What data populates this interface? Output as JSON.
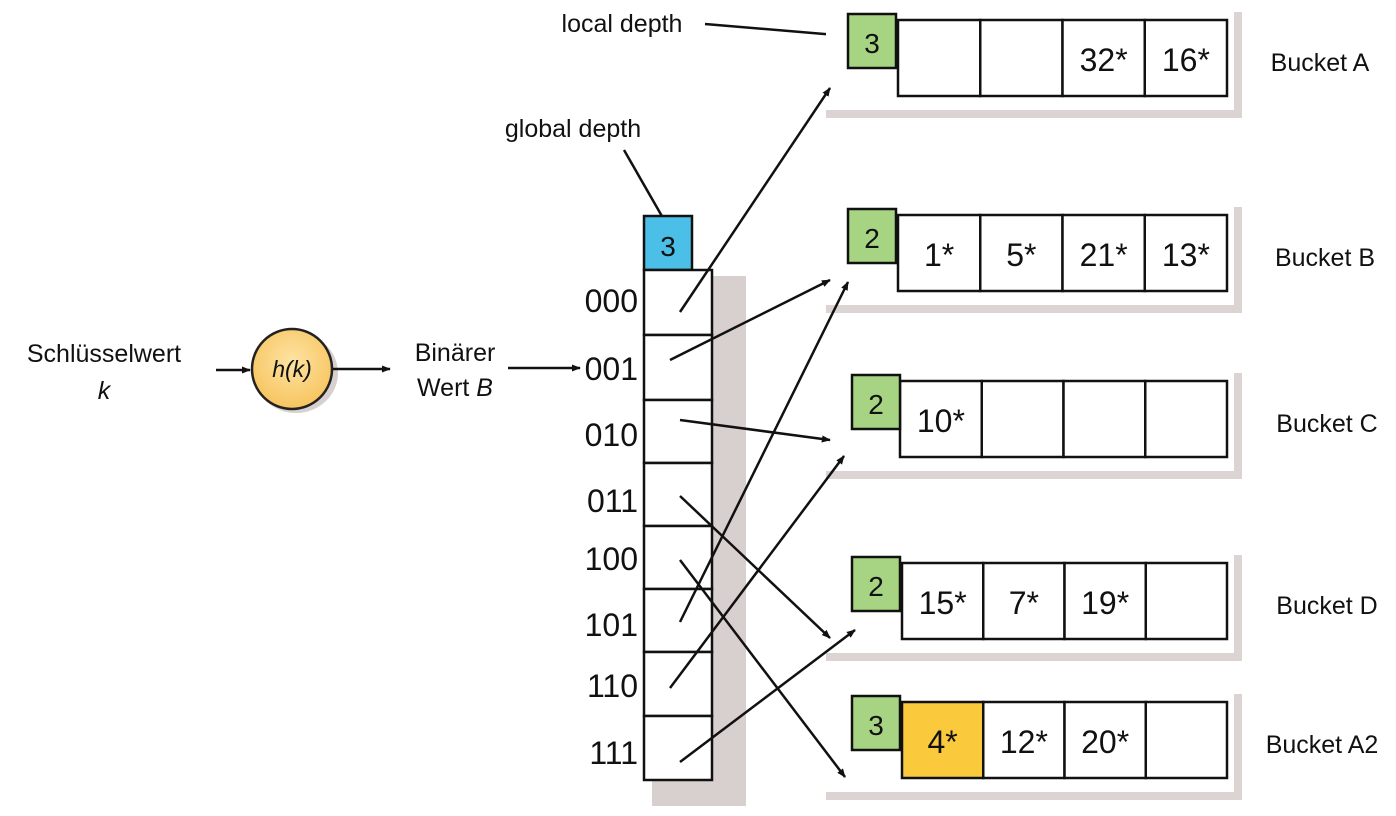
{
  "labels": {
    "local_depth": "local depth",
    "global_depth": "global depth",
    "key_line1": "Schlüsselwert",
    "key_line2": "k",
    "hash": "h(k)",
    "binary_line1": "Binärer",
    "binary_line2": "Wert B"
  },
  "global_depth_value": "3",
  "directory": [
    {
      "label": "000",
      "target": "A"
    },
    {
      "label": "001",
      "target": "B"
    },
    {
      "label": "010",
      "target": "C"
    },
    {
      "label": "011",
      "target": "D"
    },
    {
      "label": "100",
      "target": "A2"
    },
    {
      "label": "101",
      "target": "B"
    },
    {
      "label": "110",
      "target": "C"
    },
    {
      "label": "111",
      "target": "D"
    }
  ],
  "buckets": [
    {
      "id": "A",
      "name": "Bucket A",
      "local_depth": "3",
      "slots": [
        "",
        "",
        "32*",
        "16*"
      ]
    },
    {
      "id": "B",
      "name": "Bucket B",
      "local_depth": "2",
      "slots": [
        "1*",
        "5*",
        "21*",
        "13*"
      ]
    },
    {
      "id": "C",
      "name": "Bucket C",
      "local_depth": "2",
      "slots": [
        "10*",
        "",
        "",
        ""
      ]
    },
    {
      "id": "D",
      "name": "Bucket D",
      "local_depth": "2",
      "slots": [
        "15*",
        "7*",
        "19*",
        ""
      ]
    },
    {
      "id": "A2",
      "name": "Bucket A2",
      "local_depth": "3",
      "slots": [
        "4*",
        "12*",
        "20*",
        ""
      ],
      "highlight_slot": 0
    }
  ],
  "colors": {
    "global_depth_fill": "#4bbfe8",
    "local_depth_fill": "#a6d483",
    "hash_fill": "#fbd47a",
    "highlight_fill": "#fbc93c",
    "shadow": "#b8aaa6"
  }
}
